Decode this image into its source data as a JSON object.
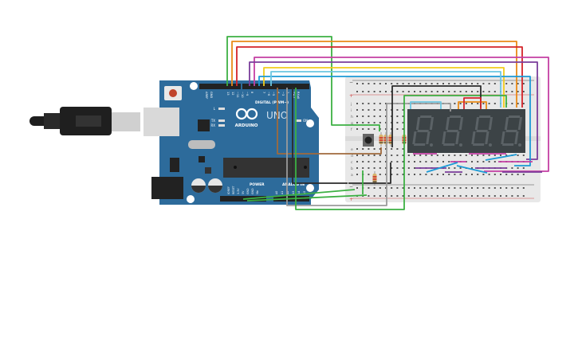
{
  "arduino": {
    "brand": "ARDUINO",
    "model": "UNO",
    "digital_label": "DIGITAL (PWM~)",
    "power_label": "POWER",
    "analog_label": "ANALOG IN",
    "led_labels": {
      "l": "L",
      "tx": "TX",
      "rx": "RX",
      "on": "ON"
    },
    "digital_pins": [
      "AREF",
      "GND",
      "13",
      "12",
      "~11",
      "~10",
      "~9",
      "8",
      "7",
      "~6",
      "~5",
      "4",
      "~3",
      "2",
      "TX▸1",
      "RX◂0"
    ],
    "power_pins": [
      "IOREF",
      "RESET",
      "3.3V",
      "5V",
      "GND",
      "GND",
      "Vin"
    ],
    "analog_pins": [
      "A0",
      "A1",
      "A2",
      "A3",
      "A4",
      "A5"
    ],
    "board_color": "#2d6b9b"
  },
  "breadboard": {
    "rail_minus": "−",
    "rail_plus": "+",
    "row_letters_top": [
      "j",
      "i",
      "h",
      "g",
      "f"
    ],
    "row_letters_bottom": [
      "e",
      "d",
      "c",
      "b",
      "a"
    ]
  },
  "display": {
    "digits": 4,
    "segment_color": "#5b6266",
    "body_color": "#3c4346"
  },
  "wire_colors": {
    "green": "#3cb043",
    "orange": "#e98a17",
    "red": "#d4242a",
    "purple": "#7a3d9b",
    "magenta": "#c43fa3",
    "yellow": "#f2cc1c",
    "blue": "#1b9ad6",
    "light_blue": "#6cc6e0",
    "brown": "#a06a3c",
    "black": "#2b2b2b",
    "gray": "#9b9b9b"
  }
}
